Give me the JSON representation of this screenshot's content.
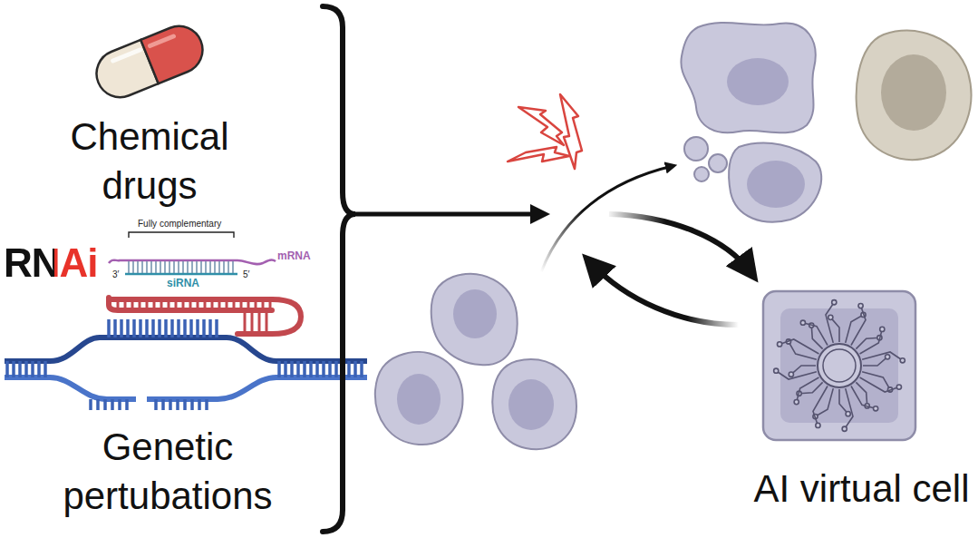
{
  "diagram": {
    "nodes": [
      {
        "text": [
          "Chemical drugs"
        ]
      },
      {
        "text": [
          "Genetic pertubations"
        ]
      },
      {
        "text": [
          "AI virtual cell"
        ]
      }
    ],
    "labels": [
      "RNAi",
      "Fully complementary",
      "mRNA",
      "3′",
      "5′",
      "siRNA"
    ]
  }
}
